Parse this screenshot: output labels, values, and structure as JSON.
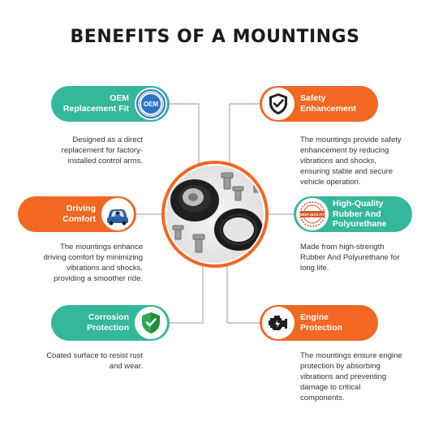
{
  "title": "BENEFITS OF A MOUNTINGS",
  "icons": {
    "oem": "oem-badge-icon",
    "safety": "shield-check-icon",
    "driving": "driver-car-icon",
    "quality": "high-quality-stamp-icon",
    "corrosion": "shield-check-icon",
    "engine": "engine-icon"
  },
  "colors": {
    "teal": "#34b79a",
    "orange": "#f26722",
    "title": "#1b1b1b"
  },
  "oem_badge_text": "OEM",
  "quality_badge_text": "HIGH QUALITY",
  "benefits": {
    "oem": {
      "label_line1": "OEM",
      "label_line2": "Replacement Fit",
      "desc_line1": "Designed as a direct",
      "desc_line2": "replacement for factory-",
      "desc_line3": "installed control arms."
    },
    "safety": {
      "label_line1": "Safety",
      "label_line2": "Enhancement",
      "desc_line1": "The mountings provide safety",
      "desc_line2": "enhancement by reducing",
      "desc_line3": "vibrations and shocks,",
      "desc_line4": "ensuring stable and secure",
      "desc_line5": "vehicle operation."
    },
    "driving": {
      "label_line1": "Driving",
      "label_line2": "Comfort",
      "desc_line1": "The mountings enhance",
      "desc_line2": "driving comfort by minimizing",
      "desc_line3": "vibrations and shocks,",
      "desc_line4": "providing a smoother ride."
    },
    "quality": {
      "label_line1": "High-Quality",
      "label_line2": "Rubber And",
      "label_line3": "Polyurethane",
      "desc_line1": "Made from high-strength",
      "desc_line2": "Rubber And Polyurethane for",
      "desc_line3": "long life."
    },
    "corrosion": {
      "label_line1": "Corrosion",
      "label_line2": "Protection",
      "desc_line1": "Coated surface to resist rust",
      "desc_line2": "and wear."
    },
    "engine": {
      "label_line1": "Engine",
      "label_line2": "Protection",
      "desc_line1": "The mountings ensure engine",
      "desc_line2": "protection by absorbing",
      "desc_line3": "vibrations and preventing",
      "desc_line4": "damage to critical",
      "desc_line5": "components."
    }
  }
}
